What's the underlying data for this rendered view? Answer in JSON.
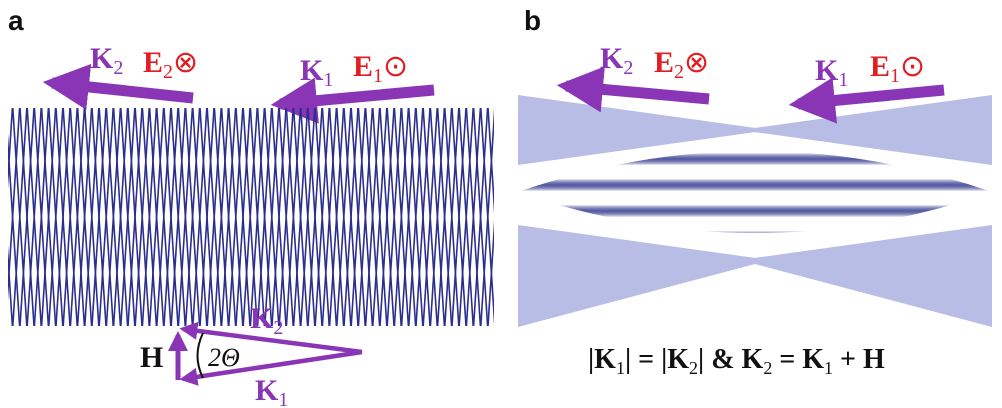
{
  "panel_a": {
    "letter": "a",
    "k2_label": "K",
    "k2_sub": "2",
    "e2_label": "E",
    "e2_sub": "2",
    "e2_symbol": "⊗",
    "k1_label": "K",
    "k1_sub": "1",
    "e1_label": "E",
    "e1_sub": "1",
    "e1_symbol": "⊙",
    "triangle": {
      "h_label": "H",
      "k2_label": "K",
      "k2_sub": "2",
      "k1_label": "K",
      "k1_sub": "1",
      "angle_label": "2Θ"
    }
  },
  "panel_b": {
    "letter": "b",
    "k2_label": "K",
    "k2_sub": "2",
    "e2_label": "E",
    "e2_sub": "2",
    "e2_symbol": "⊗",
    "k1_label": "K",
    "k1_sub": "1",
    "e1_label": "E",
    "e1_sub": "1",
    "e1_symbol": "⊙",
    "equation": {
      "part1": "|K",
      "sub1": "1",
      "part2": "| = |K",
      "sub2": "2",
      "part3": "|  & K",
      "sub3": "2",
      "part4": " = K",
      "sub4": "1",
      "part5": " + H"
    }
  },
  "colors": {
    "arrow": "#8a35b5",
    "field_label": "#e01e24",
    "fringe": "#2b2f8c",
    "beam_fill": "#b8bde6",
    "text": "#111111"
  }
}
